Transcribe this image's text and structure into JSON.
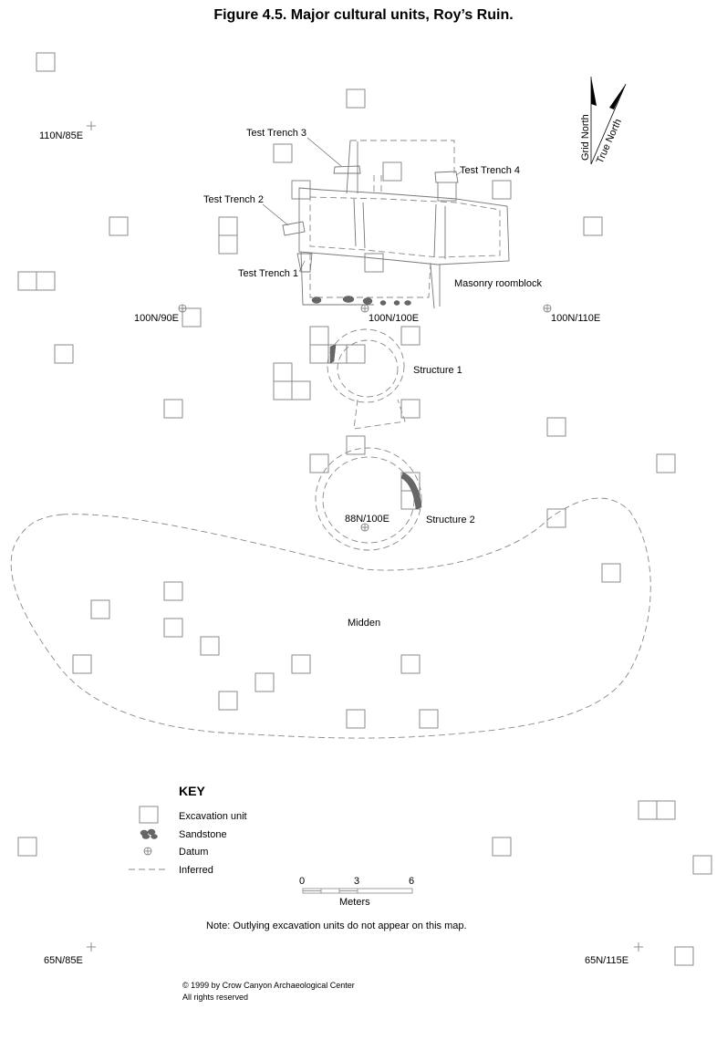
{
  "figure": {
    "title": "Figure 4.5.  Major cultural units, Roy’s Ruin."
  },
  "north_arrows": {
    "grid": "Grid North",
    "true": "True North"
  },
  "features": {
    "test_trench_1": "Test Trench 1",
    "test_trench_2": "Test Trench 2",
    "test_trench_3": "Test Trench 3",
    "test_trench_4": "Test Trench 4",
    "roomblock": "Masonry roomblock",
    "structure_1": "Structure 1",
    "structure_2": "Structure 2",
    "midden": "Midden"
  },
  "grid_points": {
    "nw": "110N/85E",
    "sw": "65N/85E",
    "se": "65N/115E"
  },
  "datums": {
    "d1": "100N/90E",
    "d2": "100N/100E",
    "d3": "100N/110E",
    "d4": "88N/100E"
  },
  "key": {
    "title": "KEY",
    "items": [
      {
        "symbol": "excavation-unit",
        "label": "Excavation unit"
      },
      {
        "symbol": "sandstone",
        "label": "Sandstone"
      },
      {
        "symbol": "datum",
        "label": "Datum"
      },
      {
        "symbol": "inferred",
        "label": "Inferred"
      }
    ]
  },
  "scale_bar": {
    "ticks": [
      "0",
      "3",
      "6"
    ],
    "unit": "Meters"
  },
  "note": "Note: Outlying excavation units do not appear on this map.",
  "copyright": {
    "line1": "© 1999 by Crow Canyon Archaeological Center",
    "line2": "All rights reserved"
  }
}
